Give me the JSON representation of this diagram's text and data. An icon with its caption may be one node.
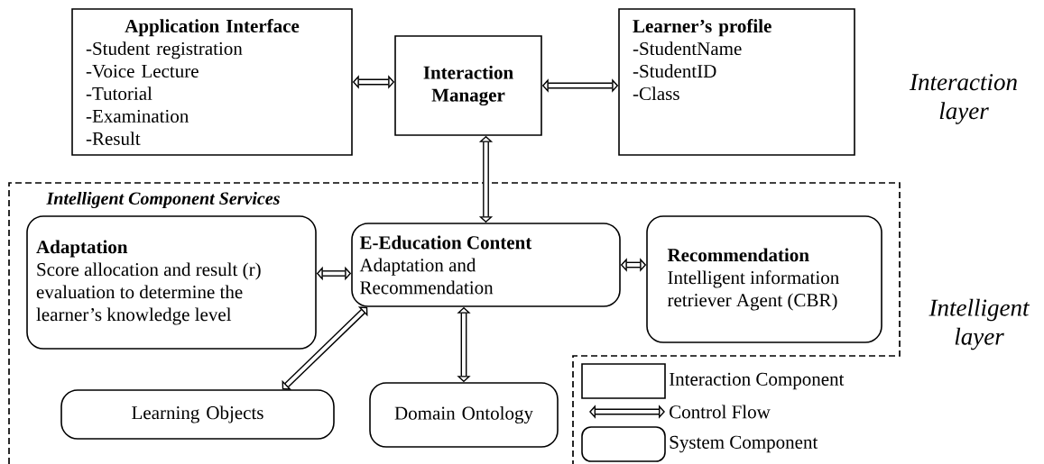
{
  "diagram": {
    "nodes": [
      {
        "text": [
          "Application Interface",
          "-Student registration",
          "-Voice Lecture",
          "-Tutorial",
          "-Examination",
          "-Result"
        ]
      },
      {
        "text": [
          "Interaction Manager"
        ]
      },
      {
        "text": [
          "Learner’s profile",
          "-StudentName",
          "-StudentID",
          "-Class"
        ]
      },
      {
        "text": [
          "Intelligent Component Services"
        ]
      },
      {
        "text": [
          "Adaptation",
          "Score allocation and result (r) evaluation to determine the learner’s knowledge level"
        ],
        "in": 3
      },
      {
        "text": [
          "E-Education Content",
          "Adaptation and Recommendation"
        ],
        "in": 3
      },
      {
        "text": [
          "Recommendation",
          "Intelligent information retriever Agent (CBR)"
        ],
        "in": 3
      },
      {
        "text": [
          "Learning Objects"
        ],
        "in": 3
      },
      {
        "text": [
          "Domain Ontology"
        ],
        "in": 3
      }
    ],
    "edges": [
      {
        "from": 0,
        "to": 1,
        "arrow": "both"
      },
      {
        "from": 1,
        "to": 2,
        "arrow": "both"
      },
      {
        "from": 1,
        "to": 5,
        "arrow": "both"
      },
      {
        "from": 4,
        "to": 5,
        "arrow": "both"
      },
      {
        "from": 5,
        "to": 6,
        "arrow": "both"
      },
      {
        "from": 7,
        "to": 5,
        "arrow": "both"
      },
      {
        "from": 5,
        "to": 8,
        "arrow": "both"
      }
    ],
    "labels": [
      "Interaction layer",
      "Intelligent layer"
    ],
    "legend": [
      {
        "text": "Interaction Component"
      },
      {
        "text": "Control Flow"
      },
      {
        "text": "System Component"
      }
    ]
  }
}
